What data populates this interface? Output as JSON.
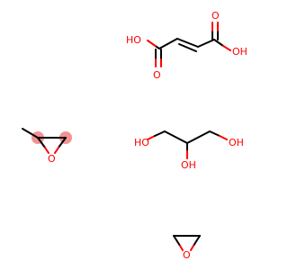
{
  "molecules": [
    {
      "name": "fumaric-acid",
      "labels": {
        "oh_left": "HO",
        "oh_right": "OH",
        "o_left": "O",
        "o_right": "O"
      }
    },
    {
      "name": "propylene-oxide",
      "labels": {
        "o": "O"
      },
      "highlight_color": "#f08080"
    },
    {
      "name": "glycerol",
      "labels": {
        "ho_left": "HO",
        "oh_middle": "OH",
        "oh_right": "OH"
      }
    },
    {
      "name": "ethylene-oxide",
      "labels": {
        "o": "O"
      }
    }
  ],
  "colors": {
    "bond": "#000000",
    "heteroatom": "#ff0000",
    "highlight": "#f08080"
  }
}
